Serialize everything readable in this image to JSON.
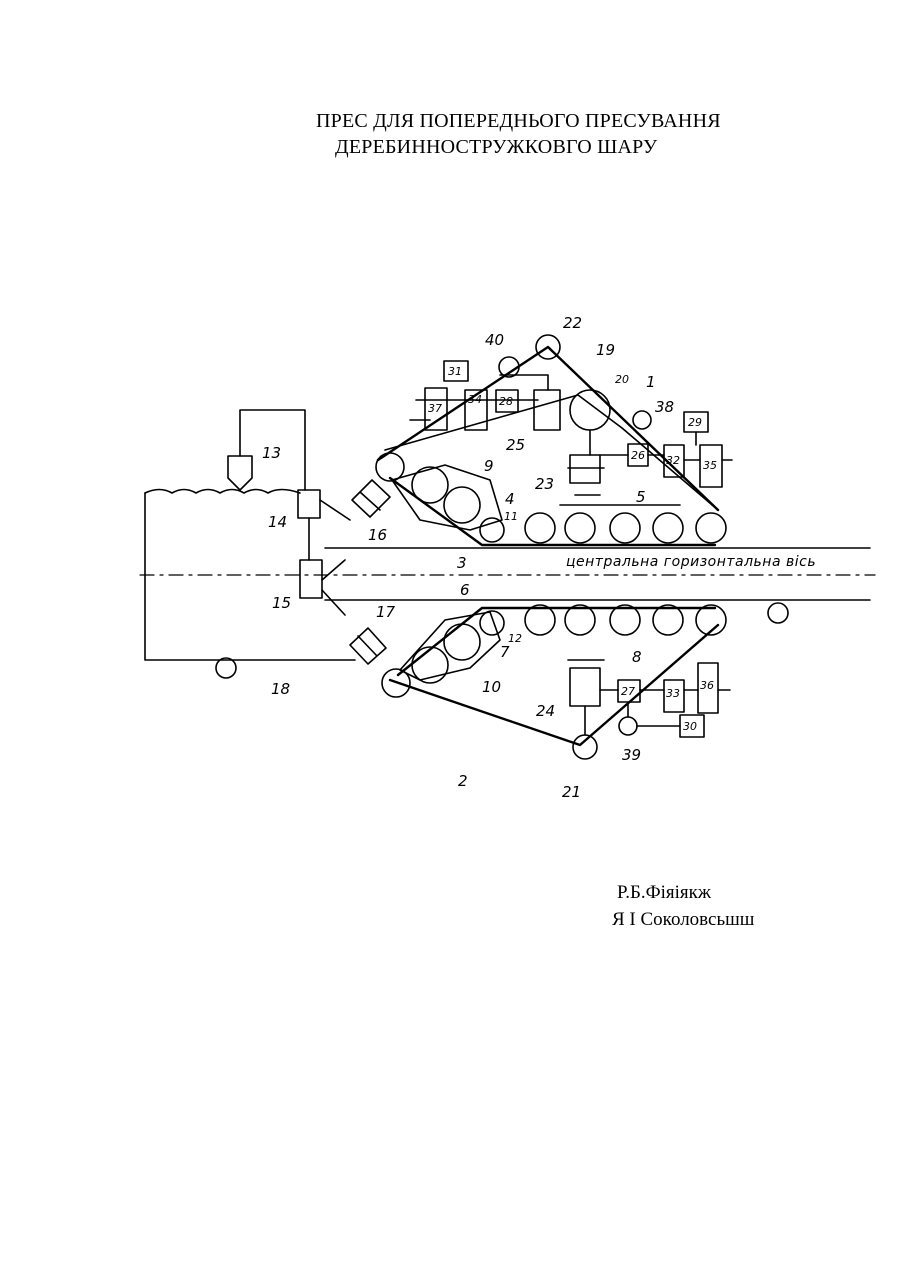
{
  "document": {
    "title_line_1": "ПРЕС ДЛЯ ПОПЕРЕДНЬОГО ПРЕСУВАННЯ",
    "title_line_2": "ДЕРЕБИННОСТРУЖКОВГО ШАРУ",
    "authors": [
      "Р.Б.Фіяіякж",
      "Я І Соколовсьшш"
    ]
  },
  "figure": {
    "axis_label": "центральна горизонтальна вісь",
    "labels": {
      "n1": "1",
      "n2": "2",
      "n3": "3",
      "n4": "4",
      "n5": "5",
      "n6": "6",
      "n7": "7",
      "n8": "8",
      "n9": "9",
      "n10": "10",
      "n11": "11",
      "n12": "12",
      "n13": "13",
      "n14": "14",
      "n15": "15",
      "n16": "16",
      "n17": "17",
      "n18": "18",
      "n19": "19",
      "n20": "20",
      "n21": "21",
      "n22": "22",
      "n23": "23",
      "n24": "24",
      "n25": "25",
      "n26": "26",
      "n27": "27",
      "n28": "28",
      "n29": "29",
      "n30": "30",
      "n31": "31",
      "n32": "32",
      "n33": "33",
      "n34": "34",
      "n35": "35",
      "n36": "36",
      "n37": "37",
      "n38": "38",
      "n39": "39",
      "n40": "40"
    }
  }
}
